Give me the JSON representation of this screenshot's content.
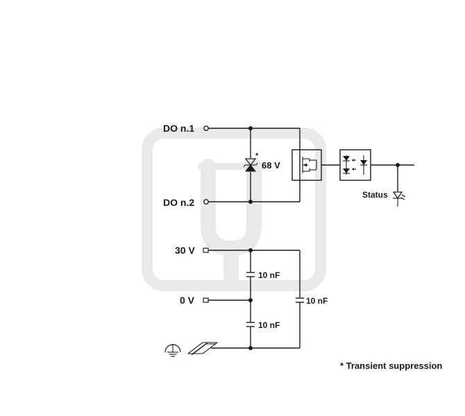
{
  "labels": {
    "do1": "DO n.1",
    "do2": "DO n.2",
    "zener": "68 V",
    "asterisk": "*",
    "status": "Status",
    "v30": "30 V",
    "v0": "0 V",
    "cap1": "10 nF",
    "cap2": "10 nF",
    "cap3": "10 nF",
    "footnote": "* Transient suppression"
  },
  "icons": {
    "ground": "ground-icon",
    "din_rail": "din-rail-icon",
    "watermark": "plug-watermark-icon"
  },
  "colors": {
    "ink": "#1a1a1a",
    "watermark": "#e9e9e9"
  }
}
